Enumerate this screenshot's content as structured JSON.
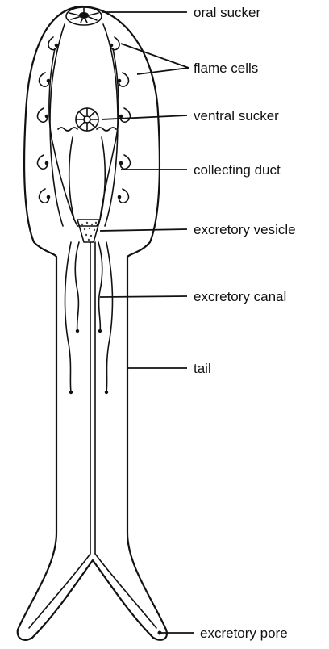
{
  "labels": {
    "oral_sucker": "oral sucker",
    "flame_cells": "flame cells",
    "ventral_sucker": "ventral sucker",
    "collecting_duct": "collecting duct",
    "excretory_vesicle": "excretory vesicle",
    "excretory_canal": "excretory canal",
    "tail": "tail",
    "excretory_pore": "excretory pore"
  }
}
